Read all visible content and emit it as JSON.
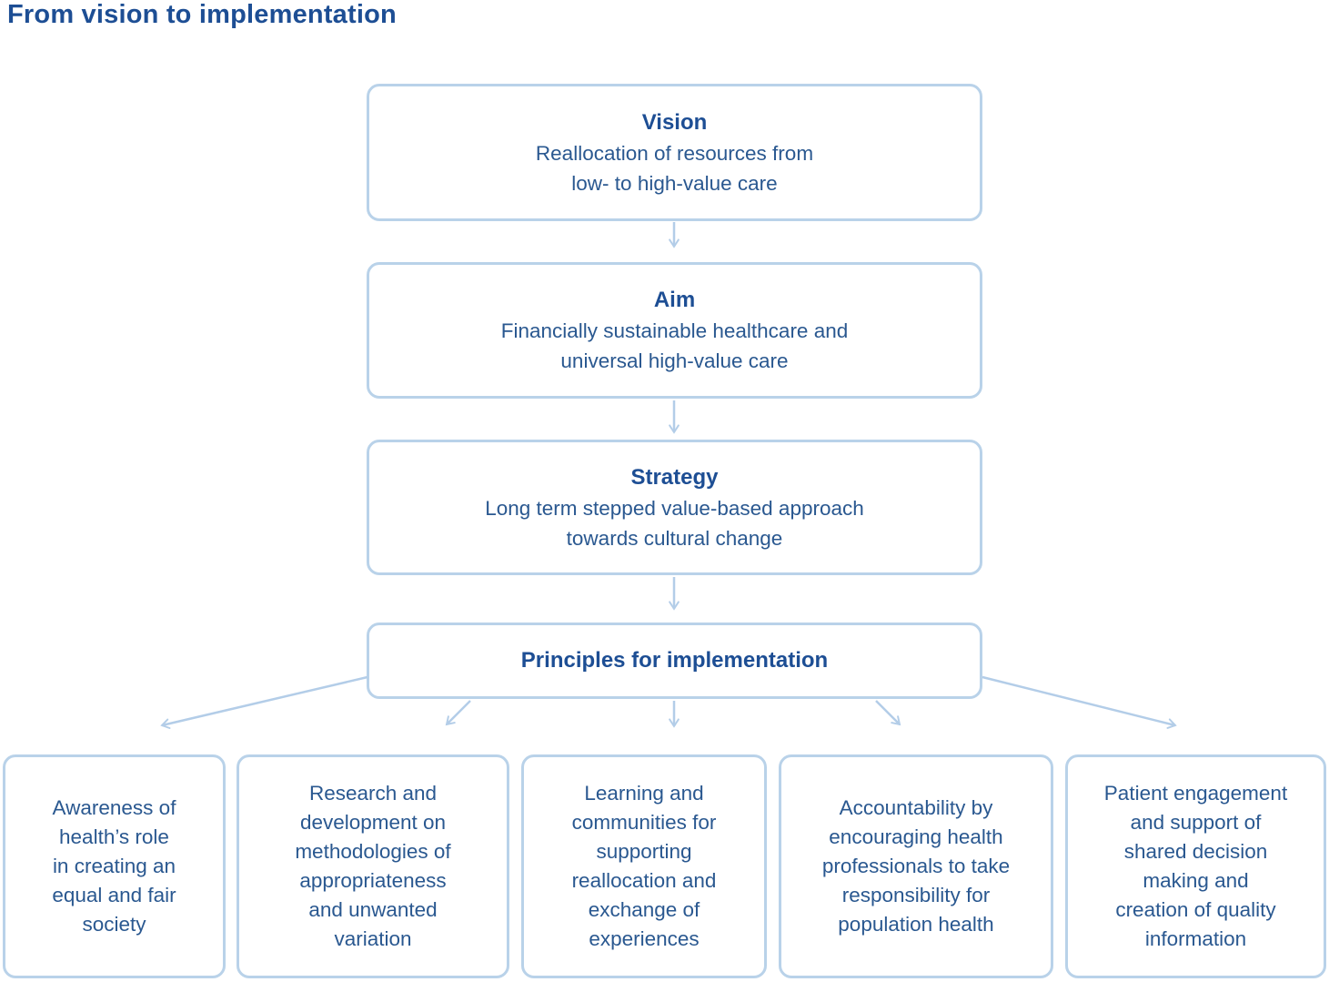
{
  "title": "From vision to implementation",
  "colors": {
    "heading_text": "#1d4e94",
    "body_text": "#2a5890",
    "box_border": "#b9d2e9",
    "arrow": "#b3cde8",
    "background": "#ffffff"
  },
  "flow_boxes": [
    {
      "heading": "Vision",
      "body": "Reallocation of resources from\nlow- to high-value care"
    },
    {
      "heading": "Aim",
      "body": "Financially sustainable healthcare and\nuniversal high-value care"
    },
    {
      "heading": "Strategy",
      "body": "Long term stepped value-based approach\ntowards cultural change"
    },
    {
      "heading": "Principles for implementation"
    }
  ],
  "principle_boxes": [
    {
      "text": "Awareness of\nhealth’s role\nin creating an\nequal and fair\nsociety"
    },
    {
      "text": "Research and\ndevelopment on\nmethodologies of\nappropriateness\nand unwanted\nvariation"
    },
    {
      "text": "Learning and\ncommunities for\nsupporting\nreallocation and\nexchange of\nexperiences"
    },
    {
      "text": "Accountability by\nencouraging health\nprofessionals to take\nresponsibility for\npopulation health"
    },
    {
      "text": "Patient engagement\nand support of\nshared decision\nmaking and\ncreation of quality\ninformation"
    }
  ]
}
